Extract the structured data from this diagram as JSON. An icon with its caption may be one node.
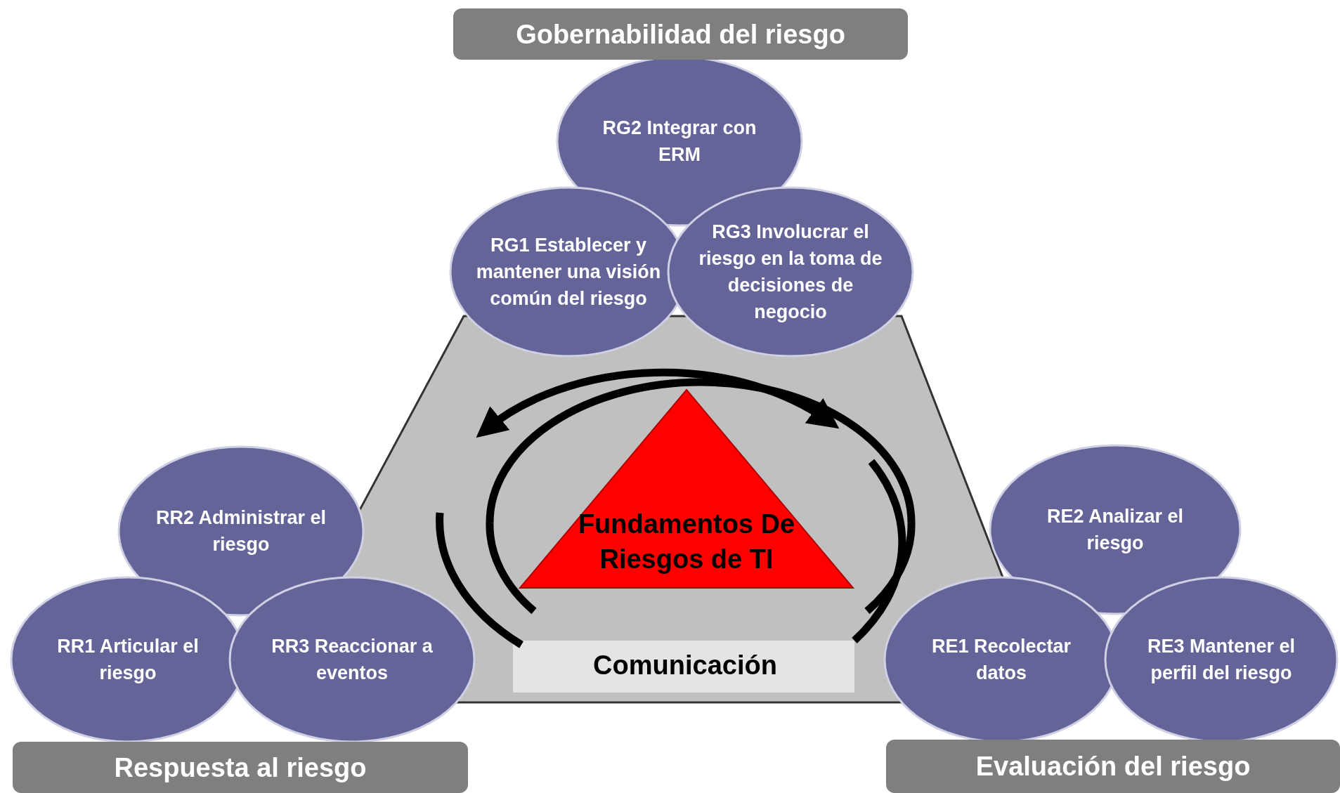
{
  "diagram": {
    "nodes": [
      {
        "text": [
          "Gobernabilidad del  riesgo"
        ]
      },
      {
        "text": [
          "RG2 Integrar con ERM"
        ]
      },
      {
        "text": [
          "RG1 Establecer y mantener una visión común del riesgo"
        ]
      },
      {
        "text": [
          "RG3 Involucrar el riesgo en la toma de decisiones de negocio"
        ]
      },
      {
        "text": [
          "Fundamentos De Riesgos de TI"
        ]
      },
      {
        "text": [
          "RR2 Administrar el riesgo"
        ]
      },
      {
        "text": [
          "RE2 Analizar el riesgo"
        ]
      },
      {
        "text": [
          "RR1 Articular el riesgo"
        ]
      },
      {
        "text": [
          "RR3 Reaccionar a eventos"
        ]
      },
      {
        "text": [
          "RE1 Recolectar datos"
        ]
      },
      {
        "text": [
          "RE3 Mantener el perfil del riesgo"
        ]
      },
      {
        "text": [
          "Respuesta al  riesgo"
        ]
      },
      {
        "text": [
          "Evaluación del  riesgo"
        ]
      }
    ],
    "edges": [],
    "labels": [
      "Comunicación"
    ]
  }
}
